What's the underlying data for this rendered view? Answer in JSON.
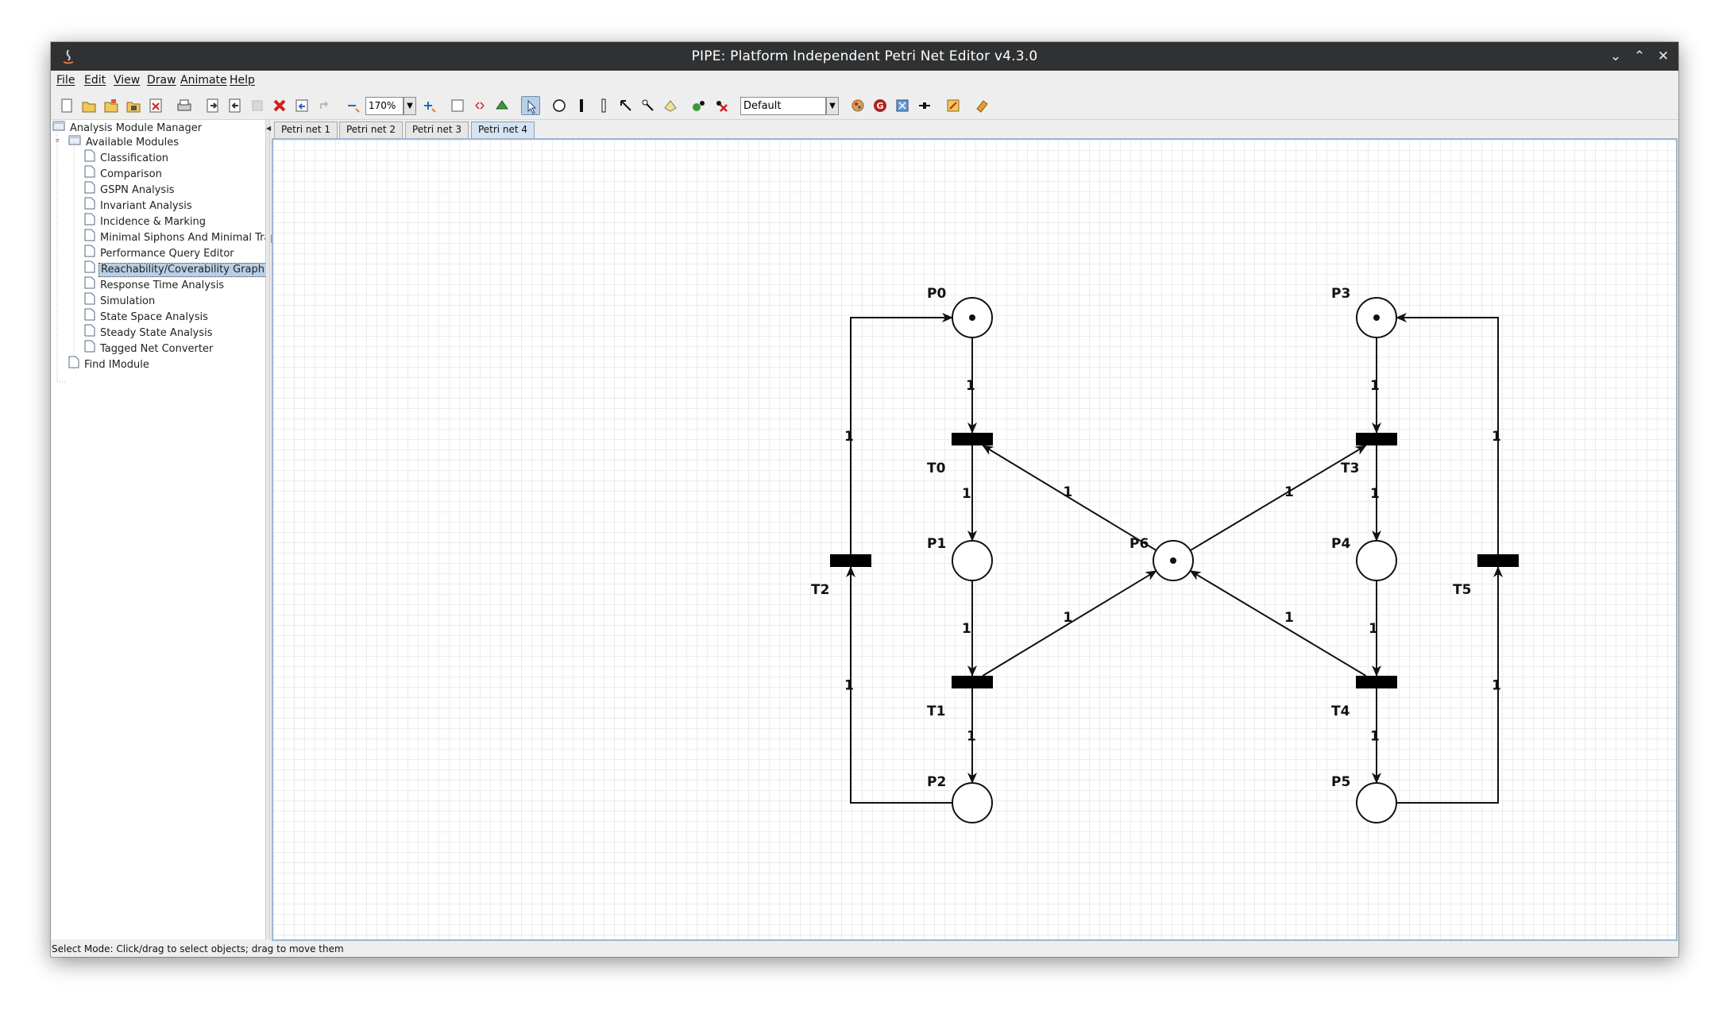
{
  "window": {
    "title": "PIPE: Platform Independent Petri Net Editor v4.3.0"
  },
  "menu": [
    "File",
    "Edit",
    "View",
    "Draw",
    "Animate",
    "Help"
  ],
  "toolbar": {
    "zoom": "170%",
    "token_class": "Default"
  },
  "sidebar": {
    "root": "Analysis Module Manager",
    "group": "Available Modules",
    "modules": [
      "Classification",
      "Comparison",
      "GSPN Analysis",
      "Invariant Analysis",
      "Incidence & Marking",
      "Minimal Siphons And Minimal Traps",
      "Performance Query Editor",
      "Reachability/Coverability Graph",
      "Response Time Analysis",
      "Simulation",
      "State Space Analysis",
      "Steady State Analysis",
      "Tagged Net Converter"
    ],
    "selected_module": "Reachability/Coverability Graph",
    "find": "Find IModule"
  },
  "tabs": [
    "Petri net 1",
    "Petri net 2",
    "Petri net 3",
    "Petri net 4"
  ],
  "active_tab": "Petri net 4",
  "net": {
    "places": [
      {
        "id": "P0",
        "tokens": 1
      },
      {
        "id": "P1",
        "tokens": 0
      },
      {
        "id": "P2",
        "tokens": 0
      },
      {
        "id": "P3",
        "tokens": 1
      },
      {
        "id": "P4",
        "tokens": 0
      },
      {
        "id": "P5",
        "tokens": 0
      },
      {
        "id": "P6",
        "tokens": 1
      }
    ],
    "transitions": [
      "T0",
      "T1",
      "T2",
      "T3",
      "T4",
      "T5"
    ],
    "arcs": [
      {
        "from": "P0",
        "to": "T0",
        "weight": "1"
      },
      {
        "from": "T0",
        "to": "P1",
        "weight": "1"
      },
      {
        "from": "P1",
        "to": "T1",
        "weight": "1"
      },
      {
        "from": "T1",
        "to": "P2",
        "weight": "1"
      },
      {
        "from": "P2",
        "to": "T2",
        "weight": "1"
      },
      {
        "from": "T2",
        "to": "P0",
        "weight": "1"
      },
      {
        "from": "P3",
        "to": "T3",
        "weight": "1"
      },
      {
        "from": "T3",
        "to": "P4",
        "weight": "1"
      },
      {
        "from": "P4",
        "to": "T4",
        "weight": "1"
      },
      {
        "from": "T4",
        "to": "P5",
        "weight": "1"
      },
      {
        "from": "P5",
        "to": "T5",
        "weight": "1"
      },
      {
        "from": "T5",
        "to": "P3",
        "weight": "1"
      },
      {
        "from": "P6",
        "to": "T0",
        "weight": "1"
      },
      {
        "from": "T1",
        "to": "P6",
        "weight": "1"
      },
      {
        "from": "P6",
        "to": "T3",
        "weight": "1"
      },
      {
        "from": "T4",
        "to": "P6",
        "weight": "1"
      }
    ]
  },
  "status": "Select Mode: Click/drag to select objects; drag to move them"
}
